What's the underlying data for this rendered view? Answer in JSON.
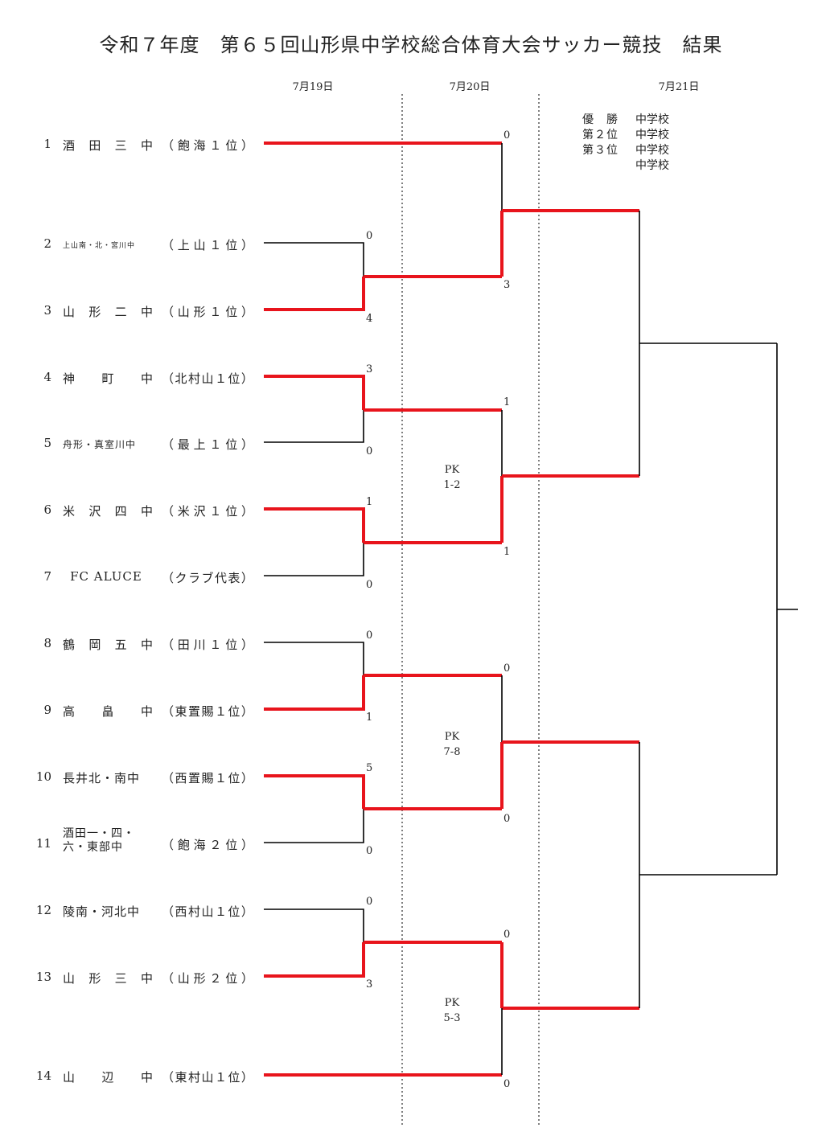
{
  "title": "令和７年度　第６５回山形県中学校総合体育大会サッカー競技　結果",
  "dates": [
    "7月19日",
    "7月20日",
    "7月21日"
  ],
  "results": [
    {
      "label": "優　勝",
      "value": "中学校"
    },
    {
      "label": "第２位",
      "value": "中学校"
    },
    {
      "label": "第３位",
      "value": "中学校"
    },
    {
      "label": "",
      "value": "中学校"
    }
  ],
  "teams": [
    {
      "num": "1",
      "name": "酒田三中",
      "qualifier": "（飽海１位）"
    },
    {
      "num": "2",
      "name": "上山南・北・宮川中",
      "qualifier": "（上山１位）"
    },
    {
      "num": "3",
      "name": "山形二中",
      "qualifier": "（山形１位）"
    },
    {
      "num": "4",
      "name": "神町中",
      "qualifier": "（北村山１位）"
    },
    {
      "num": "5",
      "name": "舟形・真室川中",
      "qualifier": "（最上１位）"
    },
    {
      "num": "6",
      "name": "米沢四中",
      "qualifier": "（米沢１位）"
    },
    {
      "num": "7",
      "name": "FC ALUCE",
      "qualifier": "（クラブ代表）"
    },
    {
      "num": "8",
      "name": "鶴岡五中",
      "qualifier": "（田川１位）"
    },
    {
      "num": "9",
      "name": "高畠中",
      "qualifier": "（東置賜１位）"
    },
    {
      "num": "10",
      "name": "長井北・南中",
      "qualifier": "（西置賜１位）"
    },
    {
      "num": "11",
      "name": "酒田一・四・六・東部中",
      "qualifier": "（飽海２位）"
    },
    {
      "num": "12",
      "name": "陵南・河北中",
      "qualifier": "（西村山１位）"
    },
    {
      "num": "13",
      "name": "山形三中",
      "qualifier": "（山形２位）"
    },
    {
      "num": "14",
      "name": "山辺中",
      "qualifier": "（東村山１位）"
    }
  ],
  "round1_scores": [
    {
      "match": "2 vs 3",
      "top": "0",
      "bottom": "4"
    },
    {
      "match": "4 vs 5",
      "top": "3",
      "bottom": "0"
    },
    {
      "match": "6 vs 7",
      "top": "1",
      "bottom": "0"
    },
    {
      "match": "8 vs 9",
      "top": "0",
      "bottom": "1"
    },
    {
      "match": "10 vs 11",
      "top": "5",
      "bottom": "0"
    },
    {
      "match": "12 vs 13",
      "top": "0",
      "bottom": "3"
    }
  ],
  "round2_scores": [
    {
      "match": "1 vs 2/3",
      "top": "0",
      "bottom": "3"
    },
    {
      "match": "4/5 vs 6/7",
      "top": "1",
      "bottom": "1"
    },
    {
      "match": "8/9 vs 10/11",
      "top": "0",
      "bottom": "0"
    },
    {
      "match": "12/13 vs 14",
      "top": "0",
      "bottom": "0"
    }
  ],
  "penalties": [
    {
      "label": "PK",
      "score": "1-2"
    },
    {
      "label": "PK",
      "score": "7-8"
    },
    {
      "label": "PK",
      "score": "5-3"
    }
  ],
  "colors": {
    "winner_line": "#e8141c",
    "line": "#000000"
  }
}
